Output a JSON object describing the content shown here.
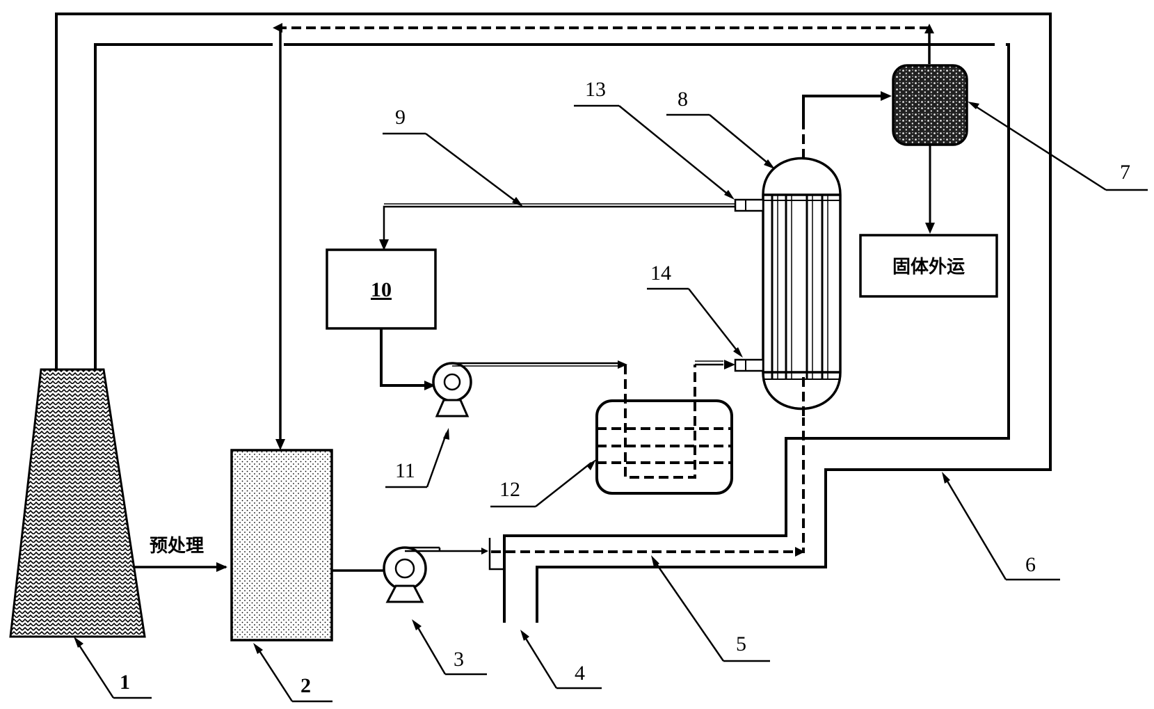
{
  "labels": {
    "stack": "1",
    "tank": "2",
    "pump_main": "3",
    "inlet": "4",
    "gas_pipe": "5",
    "outer_pipe": "6",
    "filter": "7",
    "reactor": "8",
    "line_out": "9",
    "unit_box": "10",
    "pump_small": "11",
    "storage": "12",
    "upper_port": "13",
    "lower_port": "14"
  },
  "texts": {
    "pretreatment": "预处理",
    "solid_export": "固体外运"
  },
  "colors": {
    "line": "#000000",
    "background": "#ffffff"
  }
}
